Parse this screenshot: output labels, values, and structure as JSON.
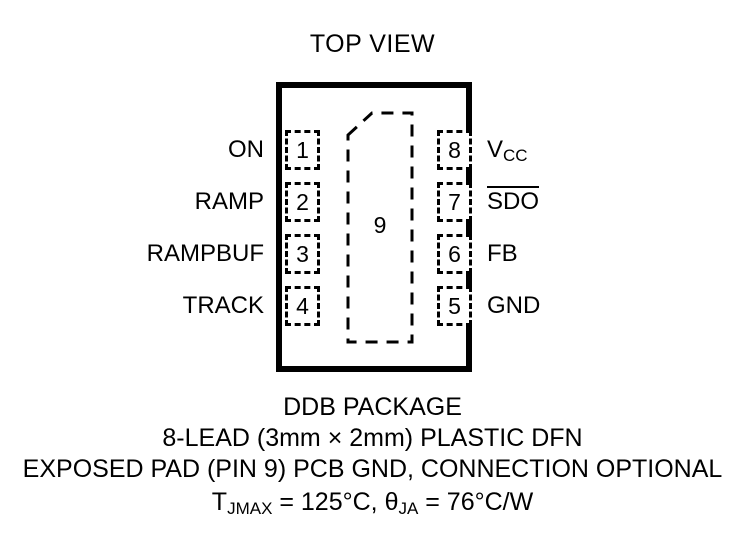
{
  "diagram": {
    "title": "TOP VIEW",
    "package_outline_label": "package-body-outline",
    "exposed_pad": {
      "number": "9",
      "shape": "chamfered-rectangle-dashed"
    },
    "pins_left": [
      {
        "number": "1",
        "name": "ON"
      },
      {
        "number": "2",
        "name": "RAMP"
      },
      {
        "number": "3",
        "name": "RAMPBUF"
      },
      {
        "number": "4",
        "name": "TRACK"
      }
    ],
    "pins_right": [
      {
        "number": "8",
        "name_base": "V",
        "name_sub": "CC",
        "overline": false
      },
      {
        "number": "7",
        "name_base": "SDO",
        "name_sub": "",
        "overline": true
      },
      {
        "number": "6",
        "name_base": "FB",
        "name_sub": "",
        "overline": false
      },
      {
        "number": "5",
        "name_base": "GND",
        "name_sub": "",
        "overline": false
      }
    ]
  },
  "caption": {
    "line1": "DDB PACKAGE",
    "line2": "8-LEAD (3mm × 2mm) PLASTIC DFN",
    "line3": "EXPOSED PAD (PIN 9) PCB GND, CONNECTION OPTIONAL",
    "thermal": {
      "tj_symbol": "T",
      "tj_sub": "JMAX",
      "tj_value": " = 125°C, ",
      "theta_symbol": "θ",
      "theta_sub": "JA",
      "theta_value": " = 76°C/W"
    }
  },
  "colors": {
    "ink": "#000000",
    "background": "#ffffff"
  }
}
